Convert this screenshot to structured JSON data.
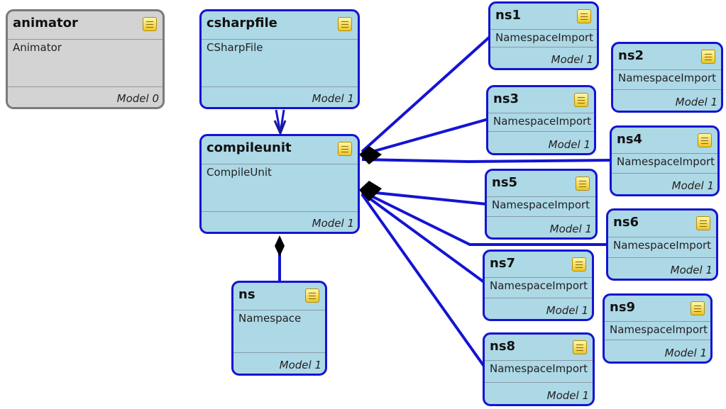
{
  "nodes": {
    "animator": {
      "name": "animator",
      "type": "Animator",
      "model": "Model 0"
    },
    "csharpfile": {
      "name": "csharpfile",
      "type": "CSharpFile",
      "model": "Model 1"
    },
    "compileunit": {
      "name": "compileunit",
      "type": "CompileUnit",
      "model": "Model 1"
    },
    "ns": {
      "name": "ns",
      "type": "Namespace",
      "model": "Model 1"
    },
    "ns1": {
      "name": "ns1",
      "type": "NamespaceImport",
      "model": "Model 1"
    },
    "ns2": {
      "name": "ns2",
      "type": "NamespaceImport",
      "model": "Model 1"
    },
    "ns3": {
      "name": "ns3",
      "type": "NamespaceImport",
      "model": "Model 1"
    },
    "ns4": {
      "name": "ns4",
      "type": "NamespaceImport",
      "model": "Model 1"
    },
    "ns5": {
      "name": "ns5",
      "type": "NamespaceImport",
      "model": "Model 1"
    },
    "ns6": {
      "name": "ns6",
      "type": "NamespaceImport",
      "model": "Model 1"
    },
    "ns7": {
      "name": "ns7",
      "type": "NamespaceImport",
      "model": "Model 1"
    },
    "ns8": {
      "name": "ns8",
      "type": "NamespaceImport",
      "model": "Model 1"
    },
    "ns9": {
      "name": "ns9",
      "type": "NamespaceImport",
      "model": "Model 1"
    }
  },
  "edges": [
    {
      "from": "csharpfile",
      "to": "compileunit",
      "kind": "reference"
    },
    {
      "from": "compileunit",
      "to": "ns",
      "kind": "composition"
    },
    {
      "from": "compileunit",
      "to": "ns1",
      "kind": "composition"
    },
    {
      "from": "compileunit",
      "to": "ns3",
      "kind": "composition"
    },
    {
      "from": "compileunit",
      "to": "ns4",
      "kind": "composition"
    },
    {
      "from": "compileunit",
      "to": "ns5",
      "kind": "composition"
    },
    {
      "from": "compileunit",
      "to": "ns6",
      "kind": "composition"
    },
    {
      "from": "compileunit",
      "to": "ns7",
      "kind": "composition"
    },
    {
      "from": "compileunit",
      "to": "ns8",
      "kind": "composition"
    }
  ],
  "colors": {
    "border": "#1414d2",
    "fill": "#add8e6",
    "inactive_border": "#7a7a7a",
    "inactive_fill": "#d3d3d3",
    "connector": "#1414d2",
    "icon": "#f0d040"
  },
  "icon_name": "note-icon"
}
